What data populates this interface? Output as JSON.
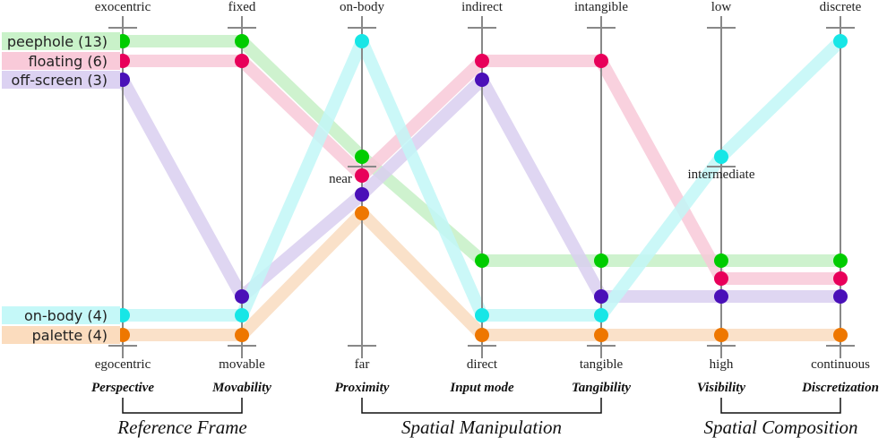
{
  "chart_data": {
    "type": "parallel-coordinates",
    "axes": [
      {
        "name": "Perspective",
        "top": "exocentric",
        "bottom": "egocentric"
      },
      {
        "name": "Movability",
        "top": "fixed",
        "bottom": "movable"
      },
      {
        "name": "Proximity",
        "top": "on-body",
        "middle": "near",
        "bottom": "far"
      },
      {
        "name": "Input mode",
        "top": "indirect",
        "bottom": "direct"
      },
      {
        "name": "Tangibility",
        "top": "intangible",
        "bottom": "tangible"
      },
      {
        "name": "Visibility",
        "top": "low",
        "middle": "intermediate",
        "bottom": "high"
      },
      {
        "name": "Discretization",
        "top": "discrete",
        "bottom": "continuous"
      }
    ],
    "groups": [
      {
        "label": "Reference Frame",
        "from": 0,
        "to": 1
      },
      {
        "label": "Spatial Manipulation",
        "from": 2,
        "to": 4
      },
      {
        "label": "Spatial Composition",
        "from": 5,
        "to": 6
      }
    ],
    "series": [
      {
        "name": "peephole (13)",
        "color": "#00cc00",
        "band": "#c6f0c6",
        "label_bg": "#c9f2c9",
        "values": [
          "exocentric",
          "fixed",
          "near",
          "direct",
          "tangible",
          "high",
          "continuous"
        ]
      },
      {
        "name": "floating (6)",
        "color": "#e8005a",
        "band": "#f8c9d8",
        "label_bg": "#f9cad9",
        "values": [
          "exocentric",
          "fixed",
          "near",
          "indirect",
          "intangible",
          "high",
          "continuous"
        ]
      },
      {
        "name": "off-screen (3)",
        "color": "#4a10b8",
        "band": "#d9cff0",
        "label_bg": "#dcd2f2",
        "values": [
          "exocentric",
          "movable",
          "near",
          "indirect",
          "tangible",
          "high",
          "continuous"
        ]
      },
      {
        "name": "on-body (4)",
        "color": "#17e6e6",
        "band": "#c2f7f7",
        "label_bg": "#c5f8f8",
        "values": [
          "egocentric",
          "movable",
          "on-body",
          "direct",
          "tangible",
          "intermediate",
          "discrete"
        ]
      },
      {
        "name": "palette (4)",
        "color": "#ee7700",
        "band": "#f9dcc0",
        "label_bg": "#fbdcbe",
        "values": [
          "egocentric",
          "movable",
          "near",
          "direct",
          "tangible",
          "high",
          "continuous"
        ]
      }
    ]
  }
}
